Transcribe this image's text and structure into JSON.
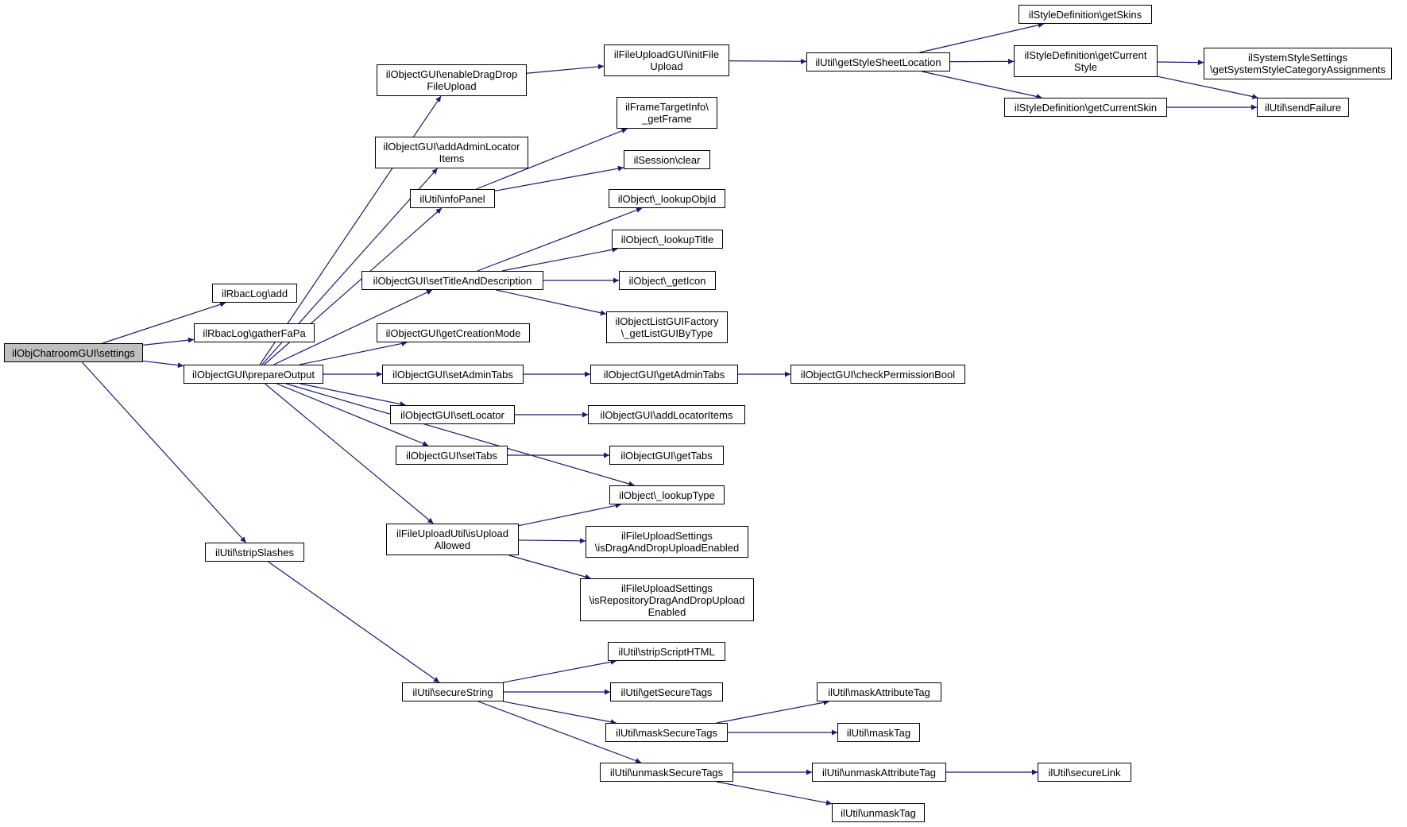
{
  "nodes": [
    {
      "id": "root",
      "label": "ilObjChatroomGUI\\settings",
      "root": true
    },
    {
      "id": "rbacAdd",
      "label": "ilRbacLog\\add"
    },
    {
      "id": "rbacGather",
      "label": "ilRbacLog\\gatherFaPa"
    },
    {
      "id": "prepareOutput",
      "label": "ilObjectGUI\\prepareOutput"
    },
    {
      "id": "stripSlashes",
      "label": "ilUtil\\stripSlashes"
    },
    {
      "id": "enableDD",
      "label": "ilObjectGUI\\enableDragDrop\nFileUpload"
    },
    {
      "id": "addAdminLocator",
      "label": "ilObjectGUI\\addAdminLocator\nItems"
    },
    {
      "id": "infoPanel",
      "label": "ilUtil\\infoPanel"
    },
    {
      "id": "setTitleDesc",
      "label": "ilObjectGUI\\setTitleAndDescription"
    },
    {
      "id": "getCreationMode",
      "label": "ilObjectGUI\\getCreationMode"
    },
    {
      "id": "setAdminTabs",
      "label": "ilObjectGUI\\setAdminTabs"
    },
    {
      "id": "setLocator",
      "label": "ilObjectGUI\\setLocator"
    },
    {
      "id": "setTabs",
      "label": "ilObjectGUI\\setTabs"
    },
    {
      "id": "isUploadAllowed",
      "label": "ilFileUploadUtil\\isUpload\nAllowed"
    },
    {
      "id": "secureString",
      "label": "ilUtil\\secureString"
    },
    {
      "id": "initFileUpload",
      "label": "ilFileUploadGUI\\initFile\nUpload"
    },
    {
      "id": "getFrame",
      "label": "ilFrameTargetInfo\\\n_getFrame"
    },
    {
      "id": "sessionClear",
      "label": "ilSession\\clear"
    },
    {
      "id": "lookupObjId",
      "label": "ilObject\\_lookupObjId"
    },
    {
      "id": "lookupTitle",
      "label": "ilObject\\_lookupTitle"
    },
    {
      "id": "getIcon",
      "label": "ilObject\\_getIcon"
    },
    {
      "id": "listGUIFactory",
      "label": "ilObjectListGUIFactory\n\\_getListGUIByType"
    },
    {
      "id": "getAdminTabs",
      "label": "ilObjectGUI\\getAdminTabs"
    },
    {
      "id": "addLocatorItems",
      "label": "ilObjectGUI\\addLocatorItems"
    },
    {
      "id": "getTabs",
      "label": "ilObjectGUI\\getTabs"
    },
    {
      "id": "lookupType",
      "label": "ilObject\\_lookupType"
    },
    {
      "id": "ddEnabled",
      "label": "ilFileUploadSettings\n\\isDragAndDropUploadEnabled"
    },
    {
      "id": "repoDDEnabled",
      "label": "ilFileUploadSettings\n\\isRepositoryDragAndDropUpload\nEnabled"
    },
    {
      "id": "stripScriptHTML",
      "label": "ilUtil\\stripScriptHTML"
    },
    {
      "id": "getSecureTags",
      "label": "ilUtil\\getSecureTags"
    },
    {
      "id": "maskSecureTags",
      "label": "ilUtil\\maskSecureTags"
    },
    {
      "id": "unmaskSecureTags",
      "label": "ilUtil\\unmaskSecureTags"
    },
    {
      "id": "getStyleSheetLocation",
      "label": "ilUtil\\getStyleSheetLocation"
    },
    {
      "id": "checkPermissionBool",
      "label": "ilObjectGUI\\checkPermissionBool"
    },
    {
      "id": "maskAttributeTag",
      "label": "ilUtil\\maskAttributeTag"
    },
    {
      "id": "maskTag",
      "label": "ilUtil\\maskTag"
    },
    {
      "id": "unmaskAttributeTag",
      "label": "ilUtil\\unmaskAttributeTag"
    },
    {
      "id": "unmaskTag",
      "label": "ilUtil\\unmaskTag"
    },
    {
      "id": "getSkins",
      "label": "ilStyleDefinition\\getSkins"
    },
    {
      "id": "getCurrentStyle",
      "label": "ilStyleDefinition\\getCurrent\nStyle"
    },
    {
      "id": "getCurrentSkin",
      "label": "ilStyleDefinition\\getCurrentSkin"
    },
    {
      "id": "secureLink",
      "label": "ilUtil\\secureLink"
    },
    {
      "id": "sysStyleCat",
      "label": "ilSystemStyleSettings\n\\getSystemStyleCategoryAssignments"
    },
    {
      "id": "sendFailure",
      "label": "ilUtil\\sendFailure"
    }
  ],
  "edges": [
    [
      "root",
      "rbacAdd"
    ],
    [
      "root",
      "rbacGather"
    ],
    [
      "root",
      "prepareOutput"
    ],
    [
      "root",
      "stripSlashes"
    ],
    [
      "prepareOutput",
      "enableDD"
    ],
    [
      "prepareOutput",
      "addAdminLocator"
    ],
    [
      "prepareOutput",
      "infoPanel"
    ],
    [
      "prepareOutput",
      "setTitleDesc"
    ],
    [
      "prepareOutput",
      "getCreationMode"
    ],
    [
      "prepareOutput",
      "setAdminTabs"
    ],
    [
      "prepareOutput",
      "setLocator"
    ],
    [
      "prepareOutput",
      "setTabs"
    ],
    [
      "prepareOutput",
      "lookupType"
    ],
    [
      "prepareOutput",
      "isUploadAllowed"
    ],
    [
      "stripSlashes",
      "secureString"
    ],
    [
      "enableDD",
      "initFileUpload"
    ],
    [
      "initFileUpload",
      "getStyleSheetLocation"
    ],
    [
      "getStyleSheetLocation",
      "getSkins"
    ],
    [
      "getStyleSheetLocation",
      "getCurrentStyle"
    ],
    [
      "getStyleSheetLocation",
      "getCurrentSkin"
    ],
    [
      "getCurrentStyle",
      "sysStyleCat"
    ],
    [
      "getCurrentStyle",
      "sendFailure"
    ],
    [
      "getCurrentSkin",
      "sendFailure"
    ],
    [
      "infoPanel",
      "getFrame"
    ],
    [
      "infoPanel",
      "sessionClear"
    ],
    [
      "setTitleDesc",
      "lookupObjId"
    ],
    [
      "setTitleDesc",
      "lookupTitle"
    ],
    [
      "setTitleDesc",
      "getIcon"
    ],
    [
      "setTitleDesc",
      "listGUIFactory"
    ],
    [
      "setAdminTabs",
      "getAdminTabs"
    ],
    [
      "getAdminTabs",
      "checkPermissionBool"
    ],
    [
      "setLocator",
      "addLocatorItems"
    ],
    [
      "setTabs",
      "getTabs"
    ],
    [
      "isUploadAllowed",
      "lookupType"
    ],
    [
      "isUploadAllowed",
      "ddEnabled"
    ],
    [
      "isUploadAllowed",
      "repoDDEnabled"
    ],
    [
      "secureString",
      "stripScriptHTML"
    ],
    [
      "secureString",
      "getSecureTags"
    ],
    [
      "secureString",
      "maskSecureTags"
    ],
    [
      "secureString",
      "unmaskSecureTags"
    ],
    [
      "maskSecureTags",
      "maskAttributeTag"
    ],
    [
      "maskSecureTags",
      "maskTag"
    ],
    [
      "unmaskSecureTags",
      "unmaskAttributeTag"
    ],
    [
      "unmaskSecureTags",
      "unmaskTag"
    ],
    [
      "unmaskAttributeTag",
      "secureLink"
    ]
  ],
  "colors": {
    "edge": "#191970",
    "node_border": "#000000",
    "node_fill": "#ffffff",
    "root_fill": "#bfbfbf"
  }
}
